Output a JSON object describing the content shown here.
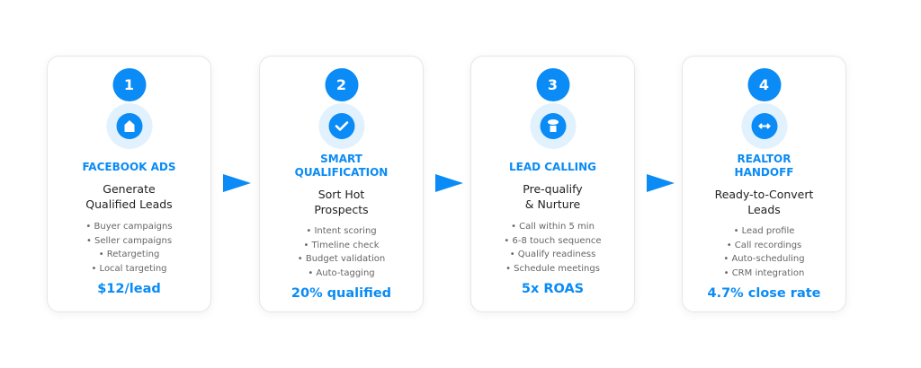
{
  "steps": [
    {
      "number": "1",
      "icon": "house-icon",
      "title": "FACEBOOK ADS",
      "subtitle": [
        "Generate",
        "Qualified Leads"
      ],
      "items": [
        "Buyer campaigns",
        "Seller campaigns",
        "Retargeting",
        "Local targeting"
      ],
      "stat": "$12/lead"
    },
    {
      "number": "2",
      "icon": "check-icon",
      "title": [
        "SMART",
        "QUALIFICATION"
      ],
      "subtitle": [
        "Sort Hot",
        "Prospects"
      ],
      "items": [
        "Intent scoring",
        "Timeline check",
        "Budget validation",
        "Auto-tagging"
      ],
      "stat": "20% qualified"
    },
    {
      "number": "3",
      "icon": "phone-icon",
      "title": "LEAD CALLING",
      "subtitle": [
        "Pre-qualify",
        "& Nurture"
      ],
      "items": [
        "Call within 5 min",
        "6-8 touch sequence",
        "Qualify readiness",
        "Schedule meetings"
      ],
      "stat": "5x ROAS"
    },
    {
      "number": "4",
      "icon": "handshake-icon",
      "title": [
        "REALTOR",
        "HANDOFF"
      ],
      "subtitle": [
        "Ready-to-Convert",
        "Leads"
      ],
      "items": [
        "Lead profile",
        "Call recordings",
        "Auto-scheduling",
        "CRM integration"
      ],
      "stat": "4.7% close rate"
    }
  ],
  "colors": {
    "accent": "#0a8bf5",
    "icon_bg": "#e2f1fe"
  }
}
